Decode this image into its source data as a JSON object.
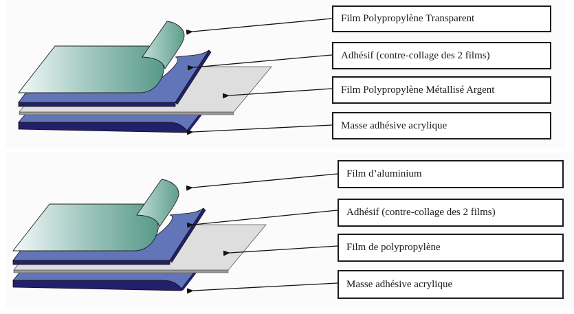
{
  "diagrams": [
    {
      "name": "laminate-polypropylene-metallise",
      "layers": [
        {
          "label": "Film Polypropylène Transparent",
          "material": "transparent-film",
          "color": "#5f9e8c"
        },
        {
          "label": "Adhésif  (contre-collage des 2 films)",
          "material": "adhesive",
          "color": "#6275b8"
        },
        {
          "label": "Film Polypropylène Métallisé Argent",
          "material": "metallized-film",
          "color": "#dcdcdc"
        },
        {
          "label": "Masse adhésive acrylique",
          "material": "acrylic-adhesive",
          "color": "#6275b8"
        }
      ]
    },
    {
      "name": "laminate-aluminium",
      "layers": [
        {
          "label": "Film d’aluminium",
          "material": "aluminium-film",
          "color": "#5f9e8c"
        },
        {
          "label": "Adhésif  (contre-collage des 2 films)",
          "material": "adhesive",
          "color": "#6275b8"
        },
        {
          "label": "Film de polypropylène",
          "material": "polypropylene-film",
          "color": "#dcdcdc"
        },
        {
          "label": "Masse adhésive acrylique",
          "material": "acrylic-adhesive",
          "color": "#6275b8"
        }
      ]
    }
  ],
  "colors": {
    "film_green_light": "#eef6f5",
    "film_green_dark": "#5a9a87",
    "adhesive_blue": "#6275b8",
    "adhesive_edge": "#23206b",
    "grey_film": "#dedede",
    "outline": "#1a1a1a"
  }
}
